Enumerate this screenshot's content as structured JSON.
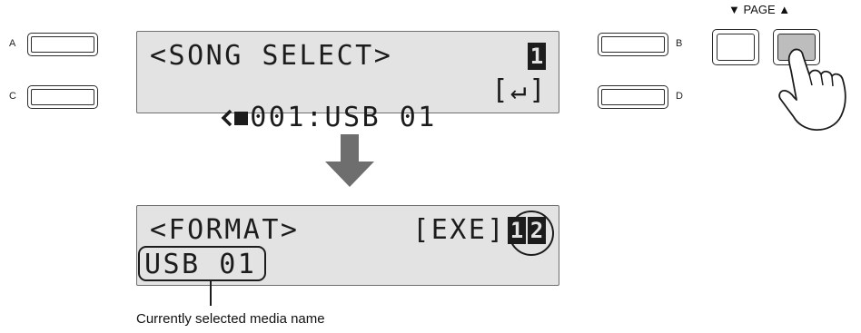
{
  "buttons": {
    "a": "A",
    "b": "B",
    "c": "C",
    "d": "D"
  },
  "page_button": {
    "label": "PAGE",
    "down_arrow_icon": "triangle-down",
    "up_arrow_icon": "triangle-up",
    "pressed": "up"
  },
  "lcd_song_select": {
    "line1": "<SONG SELECT>",
    "line1_page": "1",
    "line2_prefix_icon": "left-arrow-with-cursor",
    "line2": "001:USB 01",
    "line2_right": "[↵]"
  },
  "lcd_format": {
    "line1": "<FORMAT>",
    "line1_action": "[EXE]",
    "page_current": "1",
    "page_total": "2",
    "line2": "USB 01"
  },
  "caption": "Currently selected media name",
  "colors": {
    "lcd_background": "#e3e3e3",
    "lcd_text": "#1c1c1c",
    "arrow": "#6e6e6e",
    "pressed_button": "#bdbdbd"
  }
}
